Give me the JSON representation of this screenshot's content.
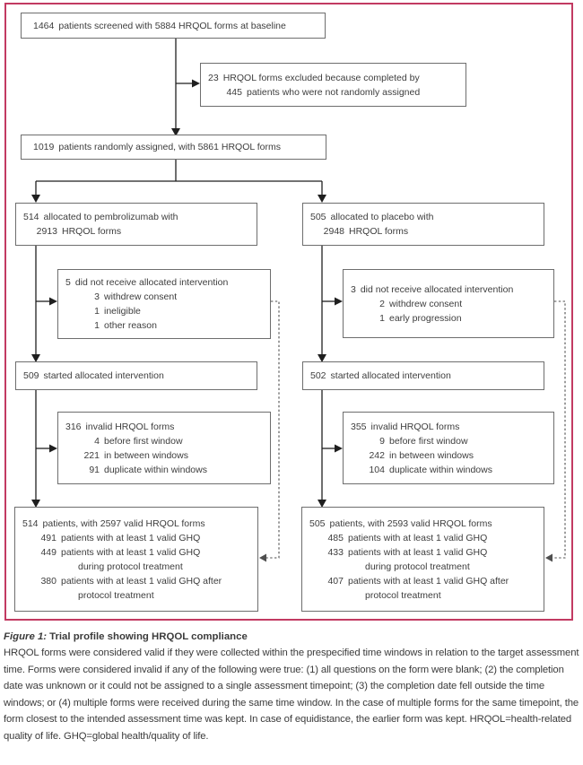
{
  "flow": {
    "screened": {
      "lines": [
        {
          "num": "1464",
          "text": "patients screened with 5884 HRQOL forms at baseline"
        }
      ]
    },
    "excluded": {
      "lines": [
        {
          "num": "23",
          "text": "HRQOL forms excluded because completed by"
        },
        {
          "num": "445",
          "text": "patients who were not randomly assigned"
        }
      ]
    },
    "randomized": {
      "lines": [
        {
          "num": "1019",
          "text": "patients randomly assigned, with 5861 HRQOL forms"
        }
      ]
    },
    "pembrolizumab": {
      "allocated": {
        "lines": [
          {
            "num": "514",
            "text": "allocated to pembrolizumab with"
          },
          {
            "num": "2913",
            "text": "HRQOL forms"
          }
        ]
      },
      "not_received": {
        "lines": [
          {
            "num": "5",
            "text": "did not receive allocated intervention"
          },
          {
            "num": "3",
            "text": "withdrew consent"
          },
          {
            "num": "1",
            "text": "ineligible"
          },
          {
            "num": "1",
            "text": "other reason"
          }
        ]
      },
      "started": {
        "lines": [
          {
            "num": "509",
            "text": "started allocated intervention"
          }
        ]
      },
      "invalid": {
        "lines": [
          {
            "num": "316",
            "text": "invalid HRQOL forms"
          },
          {
            "num": "4",
            "text": "before first window"
          },
          {
            "num": "221",
            "text": "in between windows"
          },
          {
            "num": "91",
            "text": "duplicate within windows"
          }
        ]
      },
      "final": {
        "lines": [
          {
            "num": "514",
            "text": "patients, with 2597 valid HRQOL forms"
          },
          {
            "num": "491",
            "text": "patients with at least 1 valid GHQ"
          },
          {
            "num": "449",
            "text": "patients with at least 1 valid GHQ"
          },
          {
            "text": "during protocol treatment"
          },
          {
            "num": "380",
            "text": "patients with at least 1 valid GHQ after"
          },
          {
            "text": "protocol treatment"
          }
        ]
      }
    },
    "placebo": {
      "allocated": {
        "lines": [
          {
            "num": "505",
            "text": "allocated to placebo with"
          },
          {
            "num": "2948",
            "text": "HRQOL forms"
          }
        ]
      },
      "not_received": {
        "lines": [
          {
            "num": "3",
            "text": "did not receive allocated intervention"
          },
          {
            "num": "2",
            "text": "withdrew consent"
          },
          {
            "num": "1",
            "text": "early progression"
          }
        ]
      },
      "started": {
        "lines": [
          {
            "num": "502",
            "text": "started allocated intervention"
          }
        ]
      },
      "invalid": {
        "lines": [
          {
            "num": "355",
            "text": "invalid HRQOL forms"
          },
          {
            "num": "9",
            "text": "before first window"
          },
          {
            "num": "242",
            "text": "in between windows"
          },
          {
            "num": "104",
            "text": "duplicate within windows"
          }
        ]
      },
      "final": {
        "lines": [
          {
            "num": "505",
            "text": "patients, with 2593 valid HRQOL forms"
          },
          {
            "num": "485",
            "text": "patients with at least 1 valid GHQ"
          },
          {
            "num": "433",
            "text": "patients with at least 1 valid GHQ"
          },
          {
            "text": "during protocol treatment"
          },
          {
            "num": "407",
            "text": "patients with at least 1 valid GHQ after"
          },
          {
            "text": "protocol treatment"
          }
        ]
      }
    }
  },
  "caption": {
    "label": "Figure 1:",
    "title": "Trial profile showing HRQOL compliance",
    "body": "HRQOL forms were considered valid if they were collected within the prespecified time windows in relation to the target assessment time. Forms were considered invalid if any of the following were true: (1) all questions on the form were blank; (2) the completion date was unknown or it could not be assigned to a single assessment timepoint; (3) the completion date fell outside the time windows; or (4) multiple forms were received during the same time window. In the case of multiple forms for the same timepoint, the form closest to the intended assessment time was kept. In case of equidistance, the earlier form was kept. HRQOL=health-related quality of life. GHQ=global health/quality of life."
  },
  "colors": {
    "frame": "#c23a62",
    "box_border": "#6e6e6e",
    "text": "#3d3d3d",
    "solid_line": "#1f1f1f",
    "dashed_line": "#4f4f4f"
  }
}
